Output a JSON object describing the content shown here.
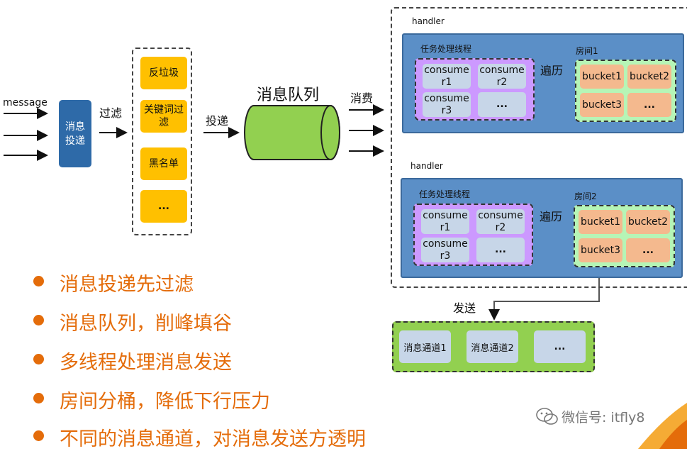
{
  "labels": {
    "message": "message",
    "filter": "过滤",
    "deliver": "投递",
    "queue_title": "消息队列",
    "consume": "消费",
    "send": "发送",
    "traverse": "遍历"
  },
  "delivery_box": {
    "label": "消息\n投递"
  },
  "filters": [
    "反垃圾",
    "关键词过\n滤",
    "黑名单",
    "..."
  ],
  "handlers": [
    {
      "title": "handler",
      "thread_title": "任务处理线程",
      "room_title": "房间1",
      "consumers": [
        "consume\nr1",
        "consume\nr2",
        "consume\nr3",
        "..."
      ],
      "buckets": [
        "bucket1",
        "bucket2",
        "bucket3",
        "..."
      ]
    },
    {
      "title": "handler",
      "thread_title": "任务处理线程",
      "room_title": "房间2",
      "consumers": [
        "consume\nr1",
        "consume\nr2",
        "consume\nr3",
        "..."
      ],
      "buckets": [
        "bucket1",
        "bucket2",
        "bucket3",
        "..."
      ]
    }
  ],
  "channels": [
    "消息通道1",
    "消息通道2",
    "..."
  ],
  "bullets": [
    "消息投递先过滤",
    "消息队列，削峰填谷",
    "多线程处理消息发送",
    "房间分桶，降低下行压力",
    "不同的消息通道，对消息发送方透明"
  ],
  "watermark": "微信号: itfly8",
  "colors": {
    "accent": "#e46c0a",
    "filter_yellow": "#ffc000",
    "queue_green": "#92d050",
    "handler_blue": "#5b8fc7",
    "thread_purple": "#cc99ff",
    "room_green": "#b6f5b6",
    "bucket_orange": "#f4b98e",
    "cell_blue": "#c7d6e8",
    "delivery_blue": "#2e6aa8"
  }
}
